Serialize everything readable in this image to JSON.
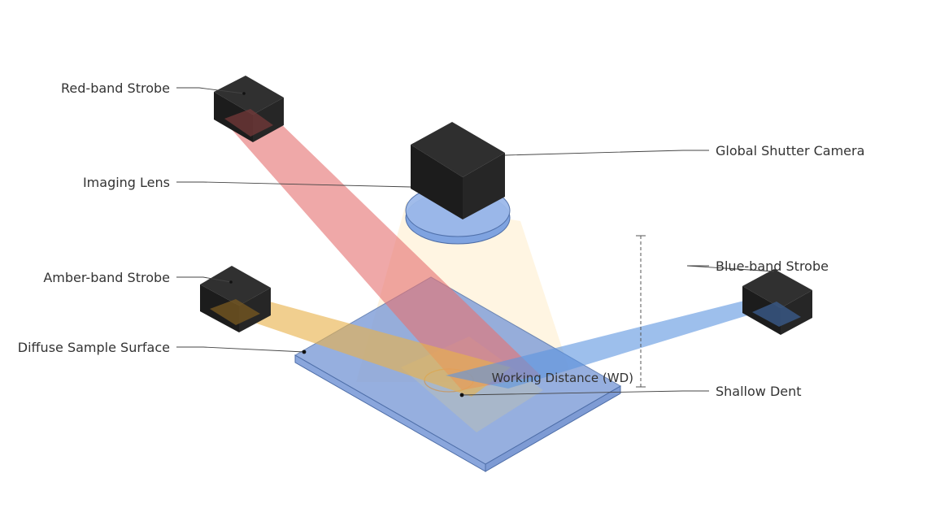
{
  "labels": {
    "red_strobe": "Red-band Strobe",
    "imaging_lens": "Imaging Lens",
    "amber_strobe": "Amber-band Strobe",
    "sample_surface": "Diffuse Sample Surface",
    "camera": "Global Shutter Camera",
    "blue_strobe": "Blue-band Strobe",
    "dent": "Shallow Dent",
    "working_distance": "Working Distance (WD)"
  },
  "colors": {
    "red_beam": "#e57373",
    "amber_beam": "#e8b24a",
    "blue_beam": "#5b95e0",
    "camera_cone": "#fff3dd",
    "sample": "#7a9ad8",
    "lens": "#8fb0e6",
    "device_dark": "#222222"
  }
}
